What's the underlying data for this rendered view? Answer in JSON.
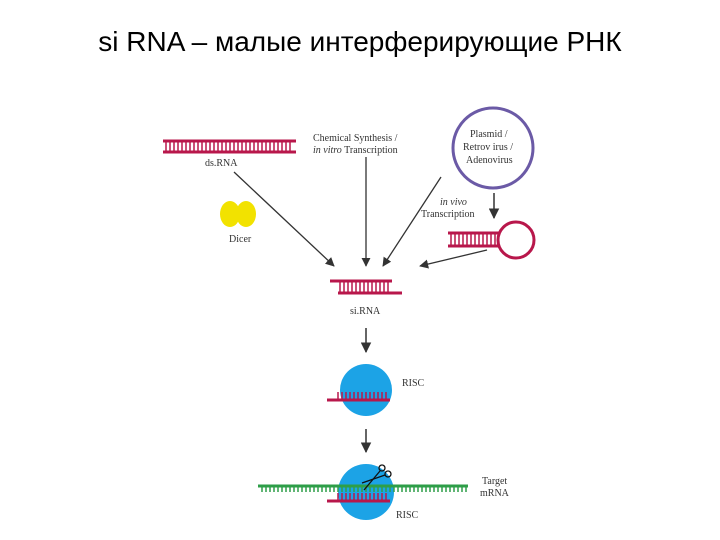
{
  "slide": {
    "title": "si RNA – малые интерферирующие РНК"
  },
  "diagram": {
    "dsrna": "ds.RNA",
    "dicer": "Dicer",
    "chem_line1": "Chemical Synthesis /",
    "chem_line2_italic": "in vitro",
    "chem_line2_rest": " Transcription",
    "plasmid_line1": "Plasmid /",
    "plasmid_line2": "Retrov irus /",
    "plasmid_line3": "Adenovirus",
    "invivo_line1": "in vivo",
    "invivo_line2": "Transcription",
    "sirna": "si.RNA",
    "risc1": "RISC",
    "target_line1": "Target",
    "target_line2": "mRNA",
    "risc2": "RISC"
  },
  "colors": {
    "rna_strand": "#b8174b",
    "risc_body": "#1ca3e6",
    "target_mrna": "#2e9e48",
    "dicer": "#f2e200",
    "plasmid_circle": "#6b5aa6",
    "arrow": "#333333"
  }
}
